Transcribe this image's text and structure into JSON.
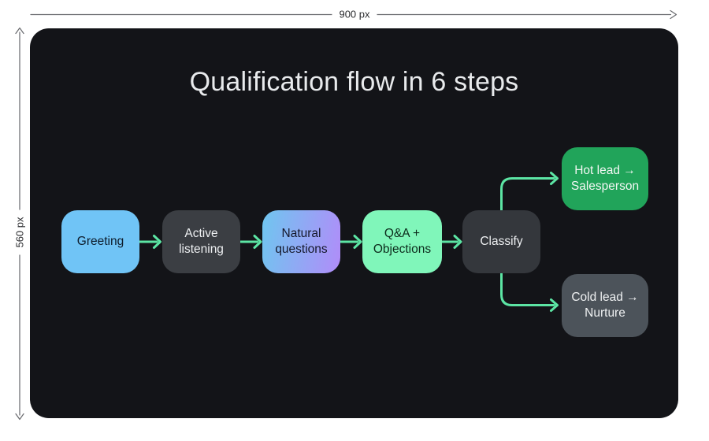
{
  "annotations": {
    "width_label": "900 px",
    "height_label": "560 px"
  },
  "canvas": {
    "title": "Qualification flow in 6 steps",
    "background": "#131418"
  },
  "flow": {
    "connector_color": "#5ce5a4",
    "nodes": [
      {
        "id": "greeting",
        "label": "Greeting",
        "fill": "#70c4f6",
        "text_color": "#0e1d2c"
      },
      {
        "id": "active-listening",
        "label": "Active listening",
        "fill": "#3b3e43",
        "text_color": "#edeff1"
      },
      {
        "id": "natural-questions",
        "label": "Natural questions",
        "fill": "linear-gradient(100deg, #6fc6ef 0%, #b18cf9 100%)",
        "text_color": "#15182b"
      },
      {
        "id": "qa-objections",
        "label": "Q&A + Objections",
        "fill": "#80f6ba",
        "text_color": "#0c2b1c"
      },
      {
        "id": "classify",
        "label": "Classify",
        "fill": "#34373c",
        "text_color": "#edeff1"
      },
      {
        "id": "hot-lead",
        "label": "Hot lead → Salesperson",
        "fill": "#21a45a",
        "text_color": "#f2f7f3"
      },
      {
        "id": "cold-lead",
        "label": "Cold lead → Nurture",
        "fill": "#4c535a",
        "text_color": "#eff1f2"
      }
    ]
  }
}
